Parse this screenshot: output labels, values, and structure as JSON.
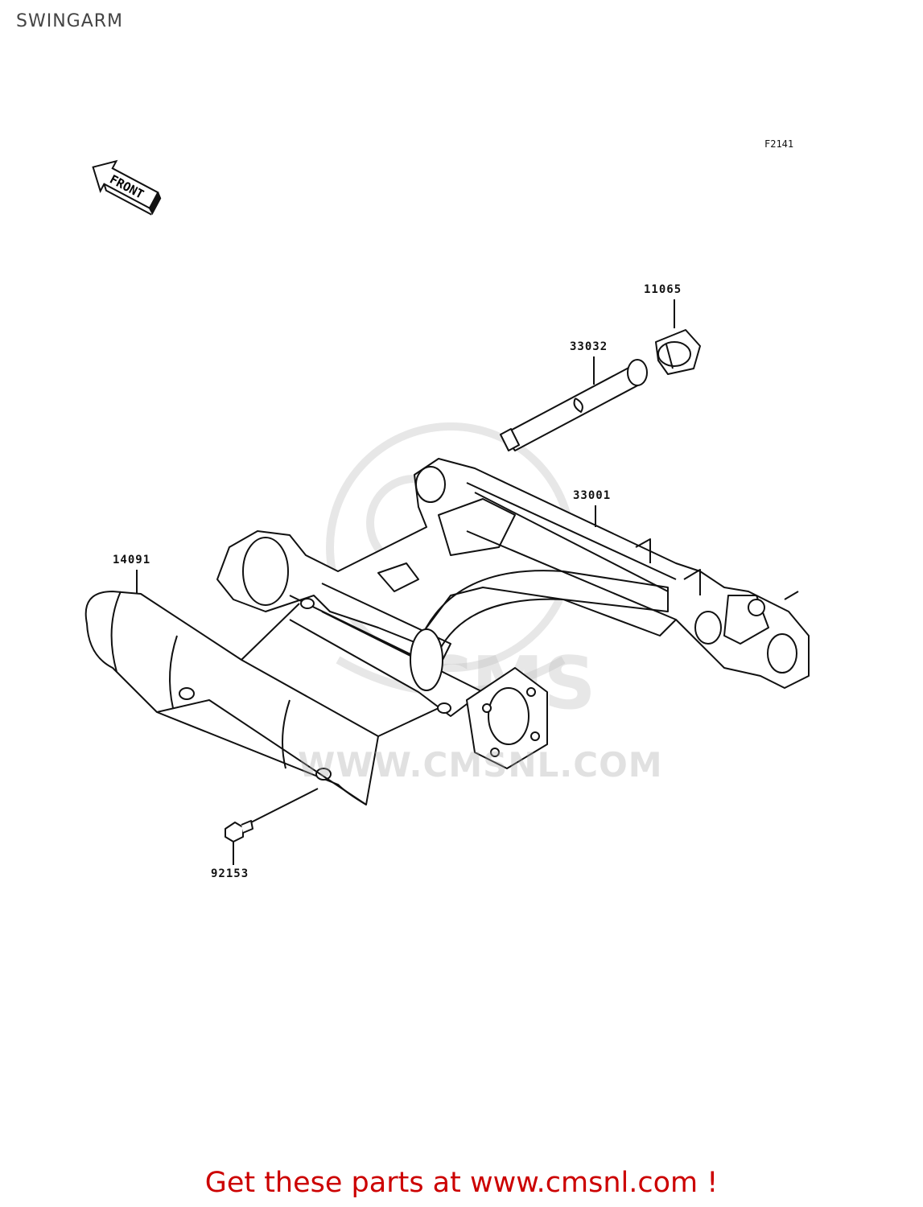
{
  "header": {
    "title": "SWINGARM",
    "figure_code": "F2141"
  },
  "direction_arrow": {
    "label": "FRONT"
  },
  "parts": [
    {
      "number": "11065",
      "name": "bearing-cap"
    },
    {
      "number": "33032",
      "name": "pivot-shaft"
    },
    {
      "number": "33001",
      "name": "swingarm"
    },
    {
      "number": "14091",
      "name": "cover"
    },
    {
      "number": "92153",
      "name": "bolt"
    }
  ],
  "watermark": {
    "text": "WWW.CMSNL.COM",
    "logo_text": "CMS"
  },
  "footer": {
    "cta_text": "Get these parts at www.cmsnl.com !"
  },
  "colors": {
    "cta": "#cc0000",
    "line_art": "#111111",
    "watermark": "#bbbbbb"
  }
}
